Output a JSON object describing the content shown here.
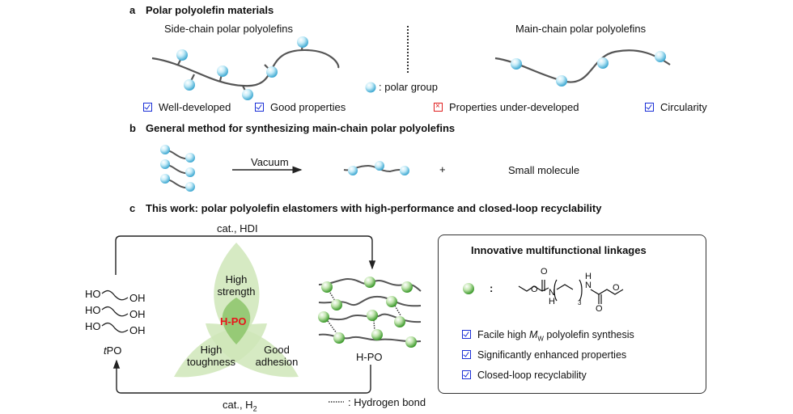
{
  "sections": {
    "a": {
      "label": "a",
      "title": "Polar polyolefin materials",
      "side_chain_title": "Side-chain polar polyolefins",
      "main_chain_title": "Main-chain polar polyolefins",
      "legend_text": ": polar group",
      "features": [
        {
          "status": "check",
          "text": "Well-developed"
        },
        {
          "status": "check",
          "text": "Good properties"
        },
        {
          "status": "cross",
          "text": "Properties under-developed"
        },
        {
          "status": "check",
          "text": "Circularity"
        }
      ]
    },
    "b": {
      "label": "b",
      "title": "General method for synthesizing main-chain polar polyolefins",
      "arrow_label": "Vacuum",
      "plus": "+",
      "byproduct": "Small molecule"
    },
    "c": {
      "label": "c",
      "title": "This work: polar polyolefin elastomers with high-performance and closed-loop recyclability",
      "top_arrow_label": "cat., HDI",
      "bottom_arrow_label_main": "cat., H",
      "bottom_arrow_label_sub": "2",
      "tpo_lines": [
        {
          "left": "HO",
          "right": "OH"
        },
        {
          "left": "HO",
          "right": "OH"
        },
        {
          "left": "HO",
          "right": "OH"
        }
      ],
      "tpo_prefix": "t",
      "tpo_name": "PO",
      "venn": {
        "top_line1": "High",
        "top_line2": "strength",
        "left_line1": "High",
        "left_line2": "toughness",
        "right_line1": "Good",
        "right_line2": "adhesion",
        "center": "H-PO"
      },
      "hpo_label": "H-PO",
      "hbond_legend": ": Hydrogen bond",
      "panel": {
        "title": "Innovative multifunctional linkages",
        "colon": ":",
        "structure": {
          "o1": "O",
          "o2": "O",
          "o3": "O",
          "o4": "O",
          "nh1_n": "N",
          "nh1_h": "H",
          "nh2_n": "N",
          "nh2_h": "H",
          "repeat": "3"
        },
        "benefits": [
          {
            "pre": "Facile high ",
            "italic": "M",
            "sub": "W",
            "post": " polyolefin synthesis"
          },
          {
            "pre": "Significantly enhanced properties",
            "italic": "",
            "sub": "",
            "post": ""
          },
          {
            "pre": "Closed-loop recyclability",
            "italic": "",
            "sub": "",
            "post": ""
          }
        ]
      }
    }
  },
  "colors": {
    "check_blue": "#1a2fd6",
    "cross_red": "#e02020",
    "highlight_red": "#e8151b",
    "venn_green": "#cfe6b9",
    "venn_dark": "#8cc46a",
    "polar_ball": "#8fd3ec",
    "linkage_ball": "#6cbd4f"
  }
}
